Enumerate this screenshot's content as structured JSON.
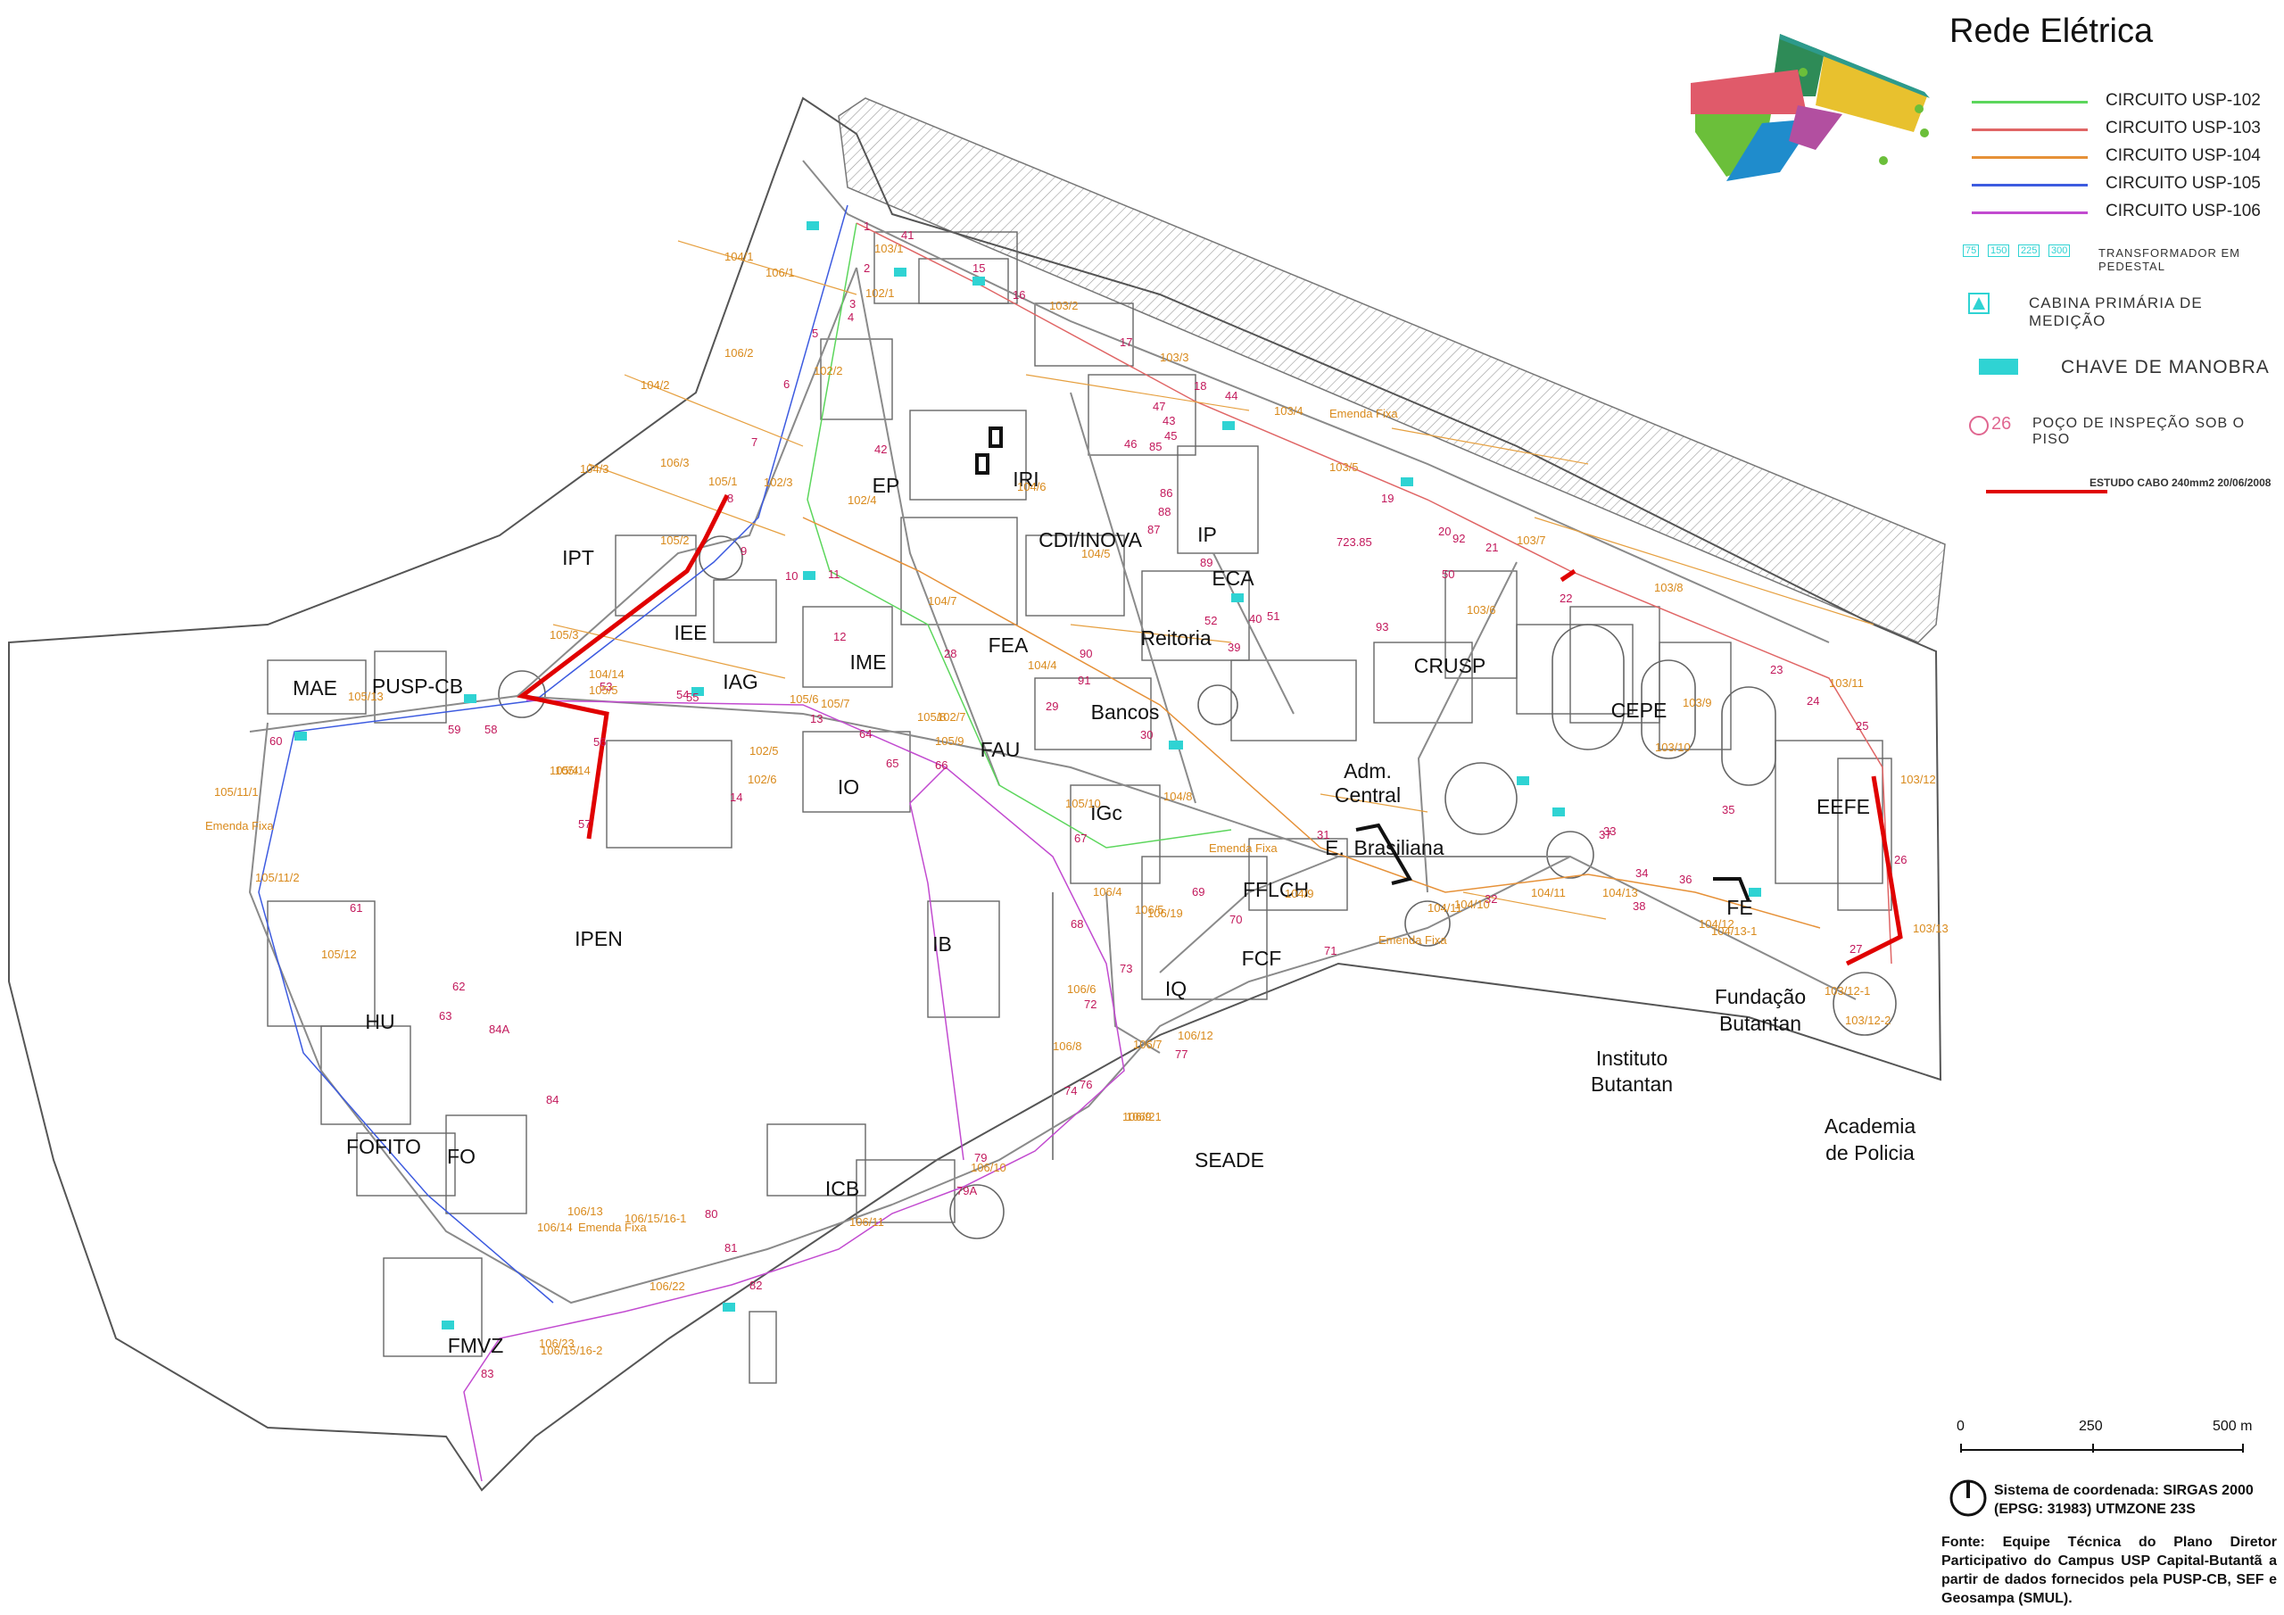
{
  "legend": {
    "title": "Rede Elétrica",
    "circuits": [
      {
        "label": "CIRCUITO USP-102",
        "color": "#5cd65c"
      },
      {
        "label": "CIRCUITO USP-103",
        "color": "#e06666"
      },
      {
        "label": "CIRCUITO USP-104",
        "color": "#e69138"
      },
      {
        "label": "CIRCUITO USP-105",
        "color": "#3d5be0"
      },
      {
        "label": "CIRCUITO USP-106",
        "color": "#c24bd0"
      }
    ],
    "transformer_sizes": [
      "75",
      "150",
      "225",
      "300"
    ],
    "transformer_label": "TRANSFORMADOR EM PEDESTAL",
    "cabin_label": "CABINA PRIMÁRIA DE MEDIÇÃO",
    "switch_label": "CHAVE DE MANOBRA",
    "manhole_number": "26",
    "manhole_label": "POÇO DE INSPEÇÃO SOB O PISO",
    "study_label": "ESTUDO CABO 240mm2 20/06/2008",
    "study_color": "#e00000",
    "teal_color": "#2fd3d3"
  },
  "logo_colors": [
    "#2e8b57",
    "#e8c12e",
    "#e05a6a",
    "#6bbf3a",
    "#1f8ccc",
    "#b24fa0",
    "#2d9a8c"
  ],
  "buildings": [
    {
      "name": "EP"
    },
    {
      "name": "IRI"
    },
    {
      "name": "IP"
    },
    {
      "name": "CDI/INOVA"
    },
    {
      "name": "IPT"
    },
    {
      "name": "ECA"
    },
    {
      "name": "IEE"
    },
    {
      "name": "FEA"
    },
    {
      "name": "Reitoria"
    },
    {
      "name": "MAE"
    },
    {
      "name": "PUSP-CB"
    },
    {
      "name": "IAG"
    },
    {
      "name": "IME"
    },
    {
      "name": "CRUSP"
    },
    {
      "name": "Bancos"
    },
    {
      "name": "CEPE"
    },
    {
      "name": "FAU"
    },
    {
      "name": "IO"
    },
    {
      "name": "Adm."
    },
    {
      "name": "Central"
    },
    {
      "name": "IGc"
    },
    {
      "name": "EEFE"
    },
    {
      "name": "E."
    },
    {
      "name": "Brasiliana"
    },
    {
      "name": "FFLCH"
    },
    {
      "name": "FE"
    },
    {
      "name": "IPEN"
    },
    {
      "name": "IB"
    },
    {
      "name": "FCF"
    },
    {
      "name": "Fundação"
    },
    {
      "name": "Butantan"
    },
    {
      "name": "IQ"
    },
    {
      "name": "HU"
    },
    {
      "name": "Instituto"
    },
    {
      "name": "Butantan"
    },
    {
      "name": "Academia"
    },
    {
      "name": "de Policia"
    },
    {
      "name": "FOFITO"
    },
    {
      "name": "FO"
    },
    {
      "name": "SEADE"
    },
    {
      "name": "ICB"
    },
    {
      "name": "FMVZ"
    }
  ],
  "nodes": [
    "1",
    "2",
    "3",
    "4",
    "5",
    "6",
    "7",
    "8",
    "9",
    "10",
    "11",
    "12",
    "13",
    "14",
    "15",
    "16",
    "17",
    "18",
    "19",
    "20",
    "21",
    "22",
    "23",
    "24",
    "25",
    "26",
    "27",
    "28",
    "29",
    "30",
    "31",
    "32",
    "33",
    "34",
    "35",
    "36",
    "37",
    "38",
    "39",
    "40",
    "41",
    "42",
    "43",
    "44",
    "45",
    "46",
    "47",
    "50",
    "51",
    "52",
    "53",
    "54",
    "55",
    "56",
    "57",
    "58",
    "59",
    "60",
    "61",
    "62",
    "63",
    "64",
    "65",
    "66",
    "67",
    "68",
    "69",
    "70",
    "71",
    "72",
    "73",
    "74",
    "76",
    "77",
    "79",
    "79A",
    "80",
    "81",
    "82",
    "83",
    "84",
    "84A",
    "85",
    "86",
    "87",
    "88",
    "89",
    "90",
    "91",
    "92",
    "93"
  ],
  "segments": [
    "104/1",
    "106/1",
    "102/1",
    "106/2",
    "104/2",
    "104/3",
    "106/3",
    "105/1",
    "105/2",
    "105/3",
    "105/4",
    "102/2",
    "102/3",
    "102/4",
    "103/1",
    "103/2",
    "103/3",
    "103/4",
    "103/5",
    "103/6",
    "103/7",
    "103/8",
    "103/9",
    "103/10",
    "103/11",
    "103/12",
    "103/13",
    "104/4",
    "104/5",
    "104/6",
    "104/7",
    "104/8",
    "104/9",
    "104/10",
    "104/11",
    "104/12",
    "104/13",
    "104/14",
    "105/5",
    "105/6",
    "105/7",
    "105/8",
    "105/9",
    "105/10",
    "105/11/1",
    "105/11/2",
    "105/12",
    "105/13",
    "105/14",
    "102/5",
    "102/6",
    "102/7",
    "106/4",
    "106/5",
    "106/6",
    "106/7",
    "106/8",
    "106/9",
    "106/10",
    "106/11",
    "106/12",
    "106/13",
    "106/14",
    "106/15/16-1",
    "106/15/16-2",
    "106/19",
    "106/21",
    "106/22",
    "106/23",
    "103/12-1",
    "103/12-2",
    "104/11",
    "104/13-1"
  ],
  "annotations": [
    "Emenda Fixa",
    "Emenda Fixa",
    "Emenda Fixa",
    "Emenda Fixa",
    "Emenda Fixa",
    "723.85"
  ],
  "scale": {
    "ticks": [
      "0",
      "250",
      "500 m"
    ]
  },
  "coords": {
    "line1": "Sistema de coordenada: SIRGAS 2000",
    "line2": "(EPSG: 31983) UTMZONE 23S"
  },
  "source": "Fonte: Equipe Técnica do Plano Diretor Participativo do Campus USP Capital-Butantã a partir de dados fornecidos pela PUSP-CB, SEF e Geosampa (SMUL)."
}
